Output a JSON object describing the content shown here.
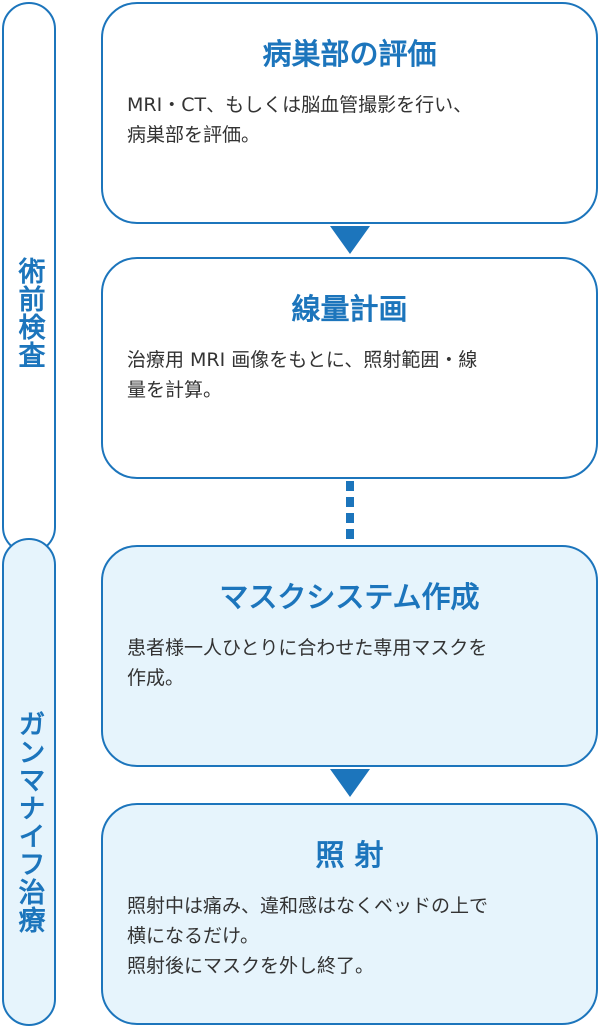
{
  "phases": [
    {
      "label": "術前検査"
    },
    {
      "label": "ガンマナイフ治療"
    }
  ],
  "steps": [
    {
      "title": "病巣部の評価",
      "body": "MRI・CT、もしくは脳血管撮影を行い、\n病巣部を評価。"
    },
    {
      "title": "線量計画",
      "body": "治療用 MRI 画像をもとに、照射範囲・線\n量を計算。"
    },
    {
      "title": "マスクシステム作成",
      "body": "患者様一人ひとりに合わせた専用マスクを\n作成。"
    },
    {
      "title": "照 射",
      "body": "照射中は痛み、違和感はなくベッドの上で\n横になるだけ。\n照射後にマスクを外し終了。"
    }
  ],
  "colors": {
    "primary": "#1c75bc",
    "light_fill": "#e6f4fc",
    "text": "#333333"
  }
}
